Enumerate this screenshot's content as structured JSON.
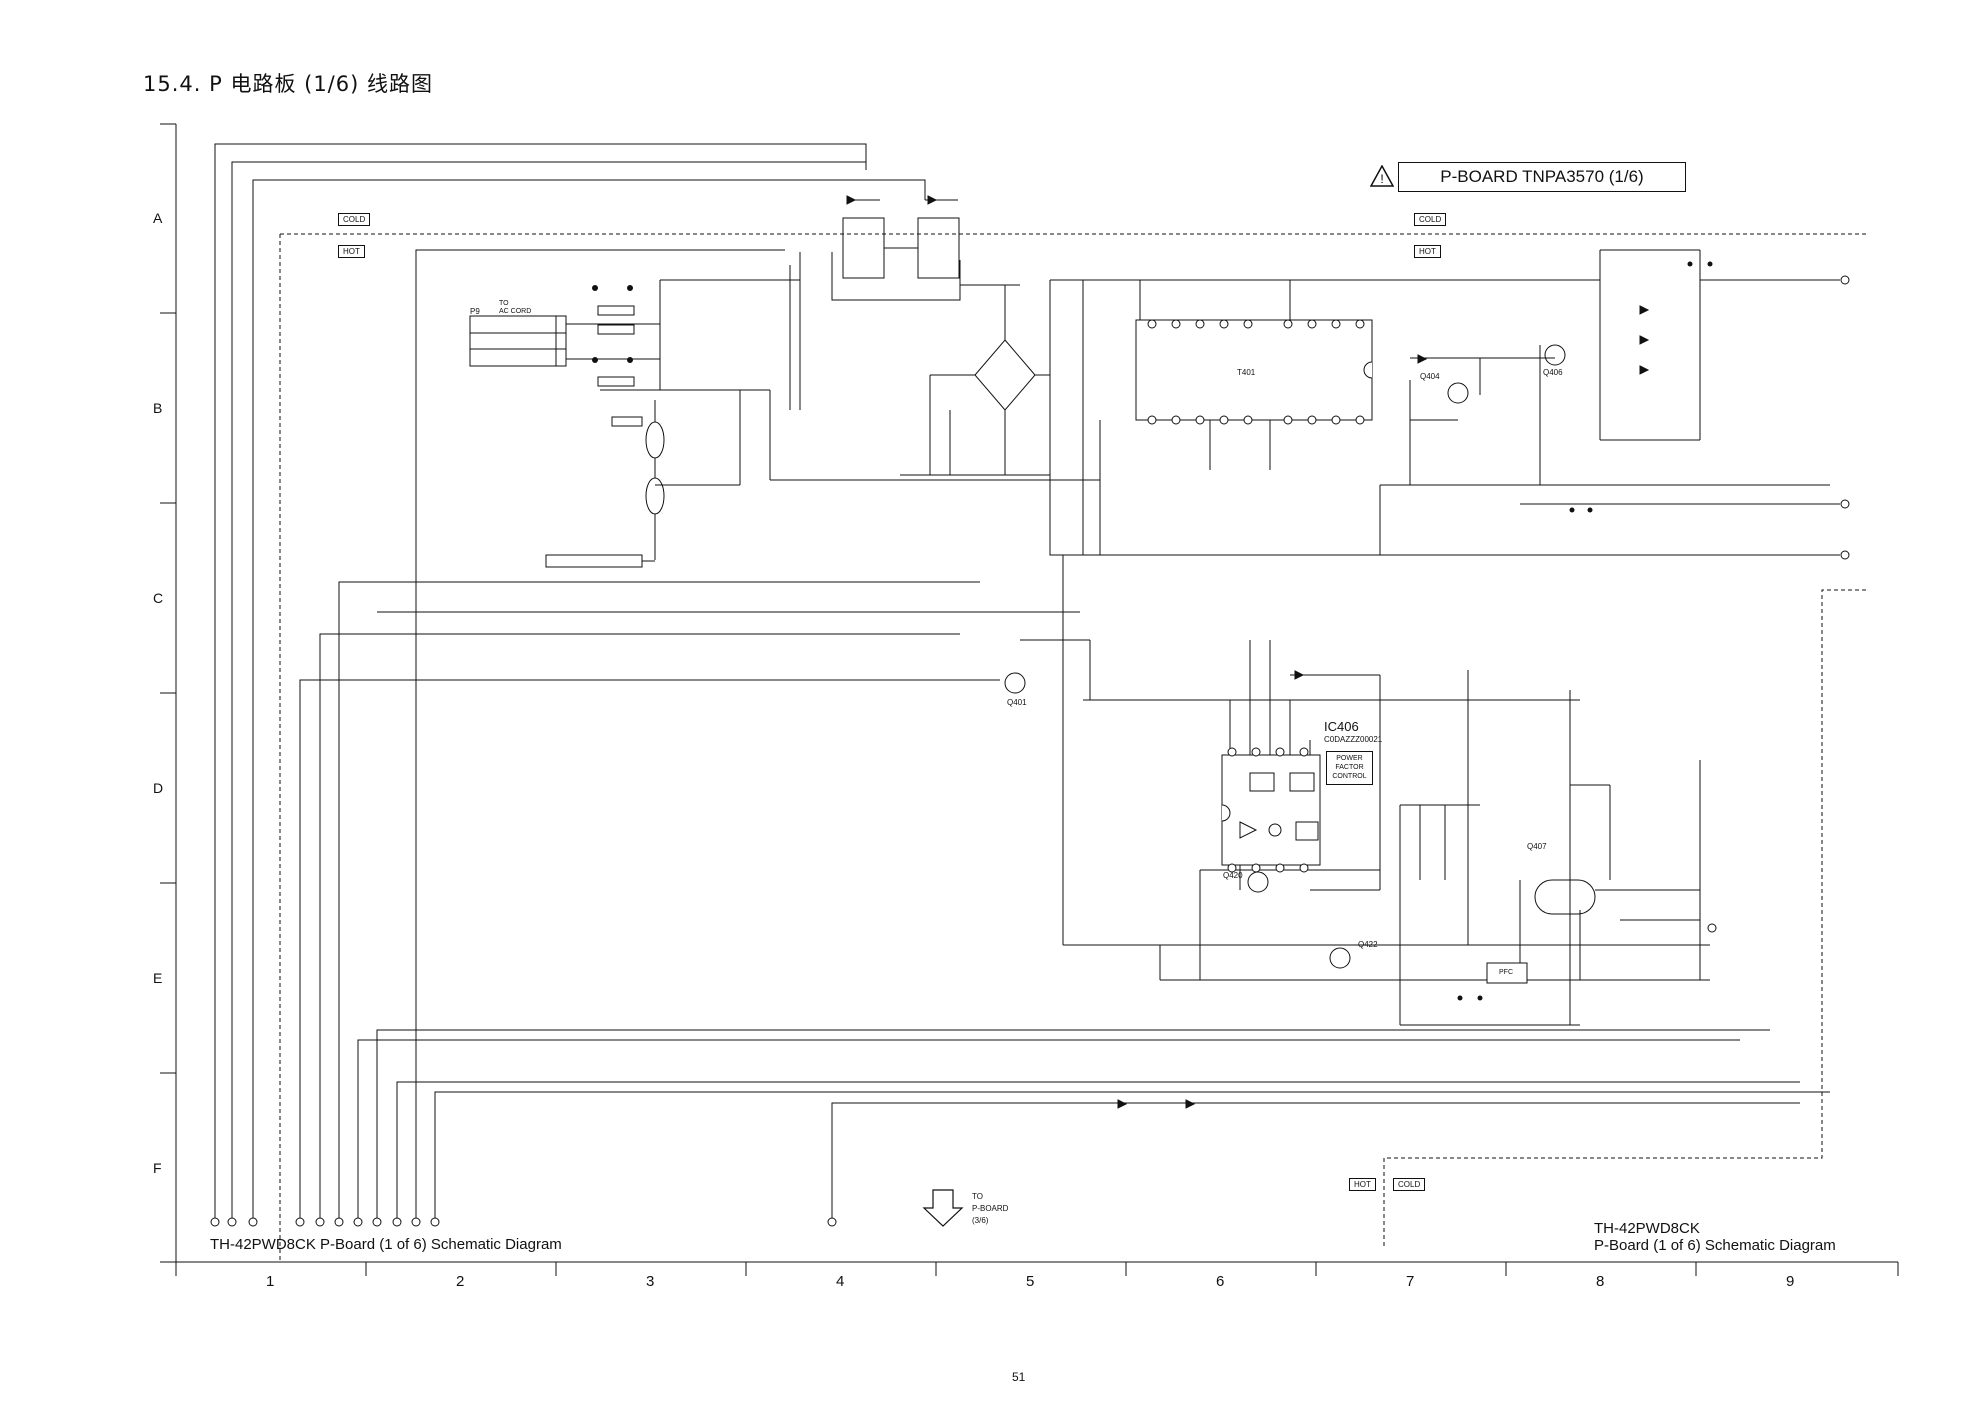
{
  "page_title": "15.4. P 电路板 (1/6) 线路图",
  "board_label": "P-BOARD TNPA3570 (1/6)",
  "zone_labels": {
    "cold": "COLD",
    "hot": "HOT"
  },
  "row_labels": [
    "A",
    "B",
    "C",
    "D",
    "E",
    "F"
  ],
  "column_labels": [
    "1",
    "2",
    "3",
    "4",
    "5",
    "6",
    "7",
    "8",
    "9"
  ],
  "connector": {
    "name": "P9",
    "to_label": "TO",
    "dest": "AC CORD"
  },
  "ic": {
    "name": "IC406",
    "part": "C0DAZZZ00021",
    "function": "POWER\nFACTOR\nCONTROL"
  },
  "transformer": "T401",
  "transistors": [
    "Q401",
    "Q404",
    "Q406",
    "Q407",
    "Q420",
    "Q422"
  ],
  "pfc_block": "PFC",
  "to_pboard": {
    "to": "TO",
    "dest": "P-BOARD",
    "sheet": "(3/6)"
  },
  "caption_left": "TH-42PWD8CK P-Board (1 of 6) Schematic Diagram",
  "caption_right_model": "TH-42PWD8CK",
  "caption_right_title": "P-Board (1 of 6) Schematic Diagram",
  "page_number": "51",
  "icons": [
    "warning-triangle-icon",
    "down-arrow-icon"
  ]
}
